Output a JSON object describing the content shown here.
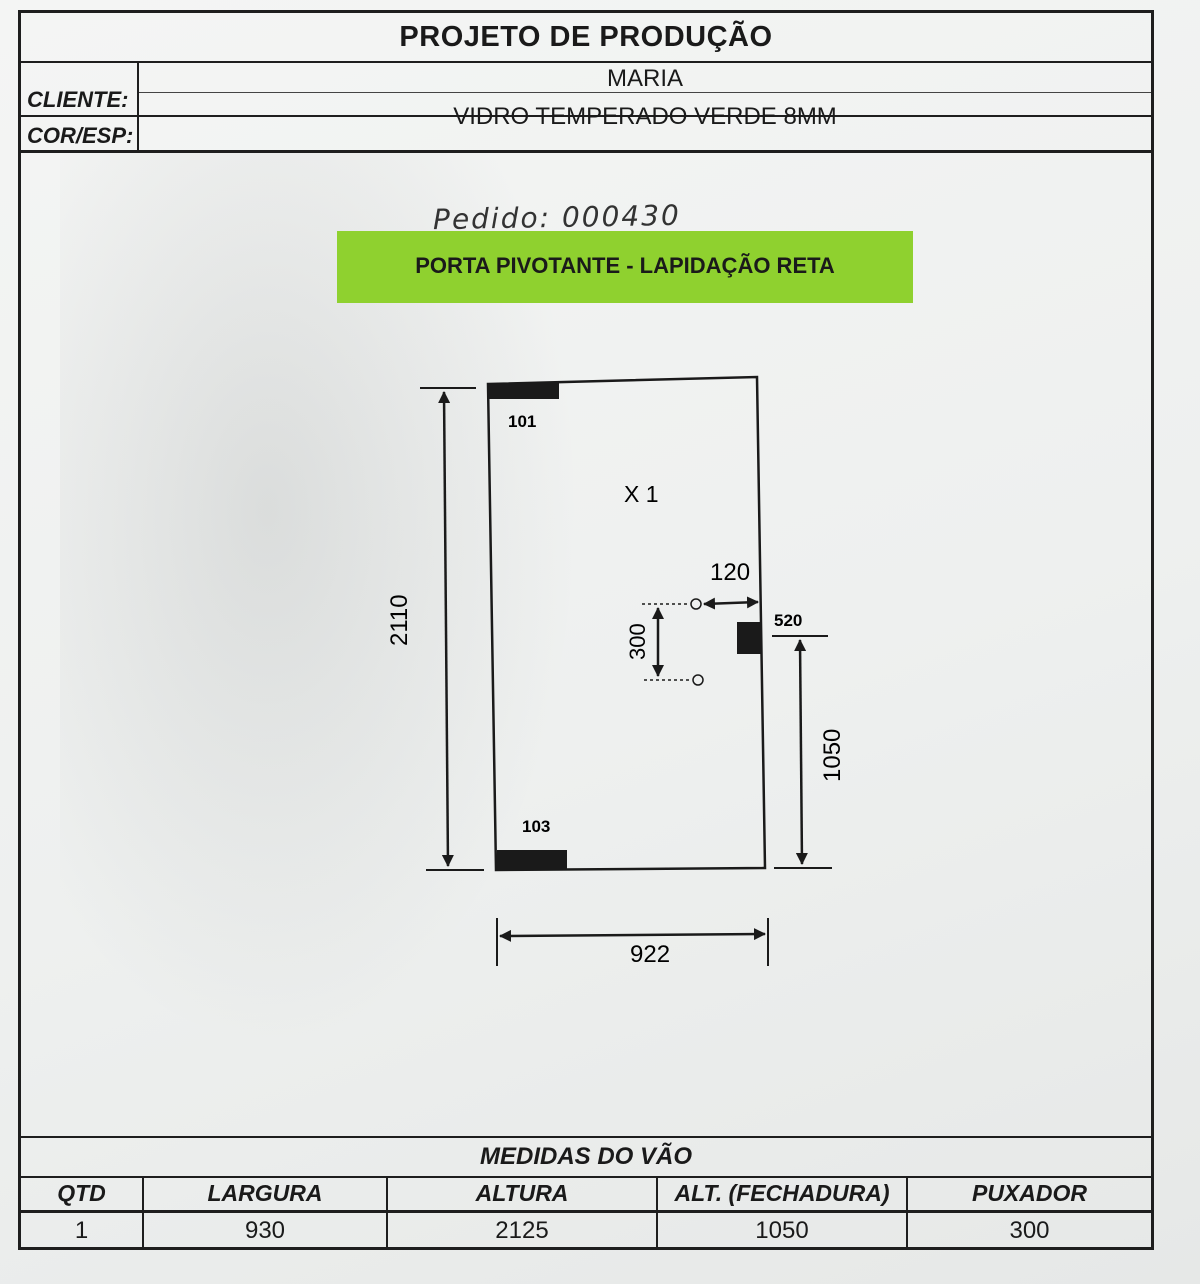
{
  "header": {
    "title": "PROJETO DE PRODUÇÃO",
    "client_label": "CLIENTE:",
    "client_name": "MARIA",
    "cor_label": "COR/ESP:",
    "glass": "VIDRO TEMPERADO VERDE 8MM"
  },
  "order_note": "Pedido: 000430",
  "banner": {
    "text": "PORTA PIVOTANTE - LAPIDAÇÃO RETA",
    "color": "#8fd12f"
  },
  "drawing": {
    "top_hardware_label": "101",
    "bottom_hardware_label": "103",
    "quantity_label": "X 1",
    "handle_offset": "120",
    "lock_label": "520",
    "handle_spacing": "300",
    "height": "2110",
    "lock_height": "1050",
    "width": "922"
  },
  "measures": {
    "title": "MEDIDAS DO VÃO",
    "headers": [
      "QTD",
      "LARGURA",
      "ALTURA",
      "ALT. (FECHADURA)",
      "PUXADOR"
    ],
    "values": [
      "1",
      "930",
      "2125",
      "1050",
      "300"
    ]
  }
}
